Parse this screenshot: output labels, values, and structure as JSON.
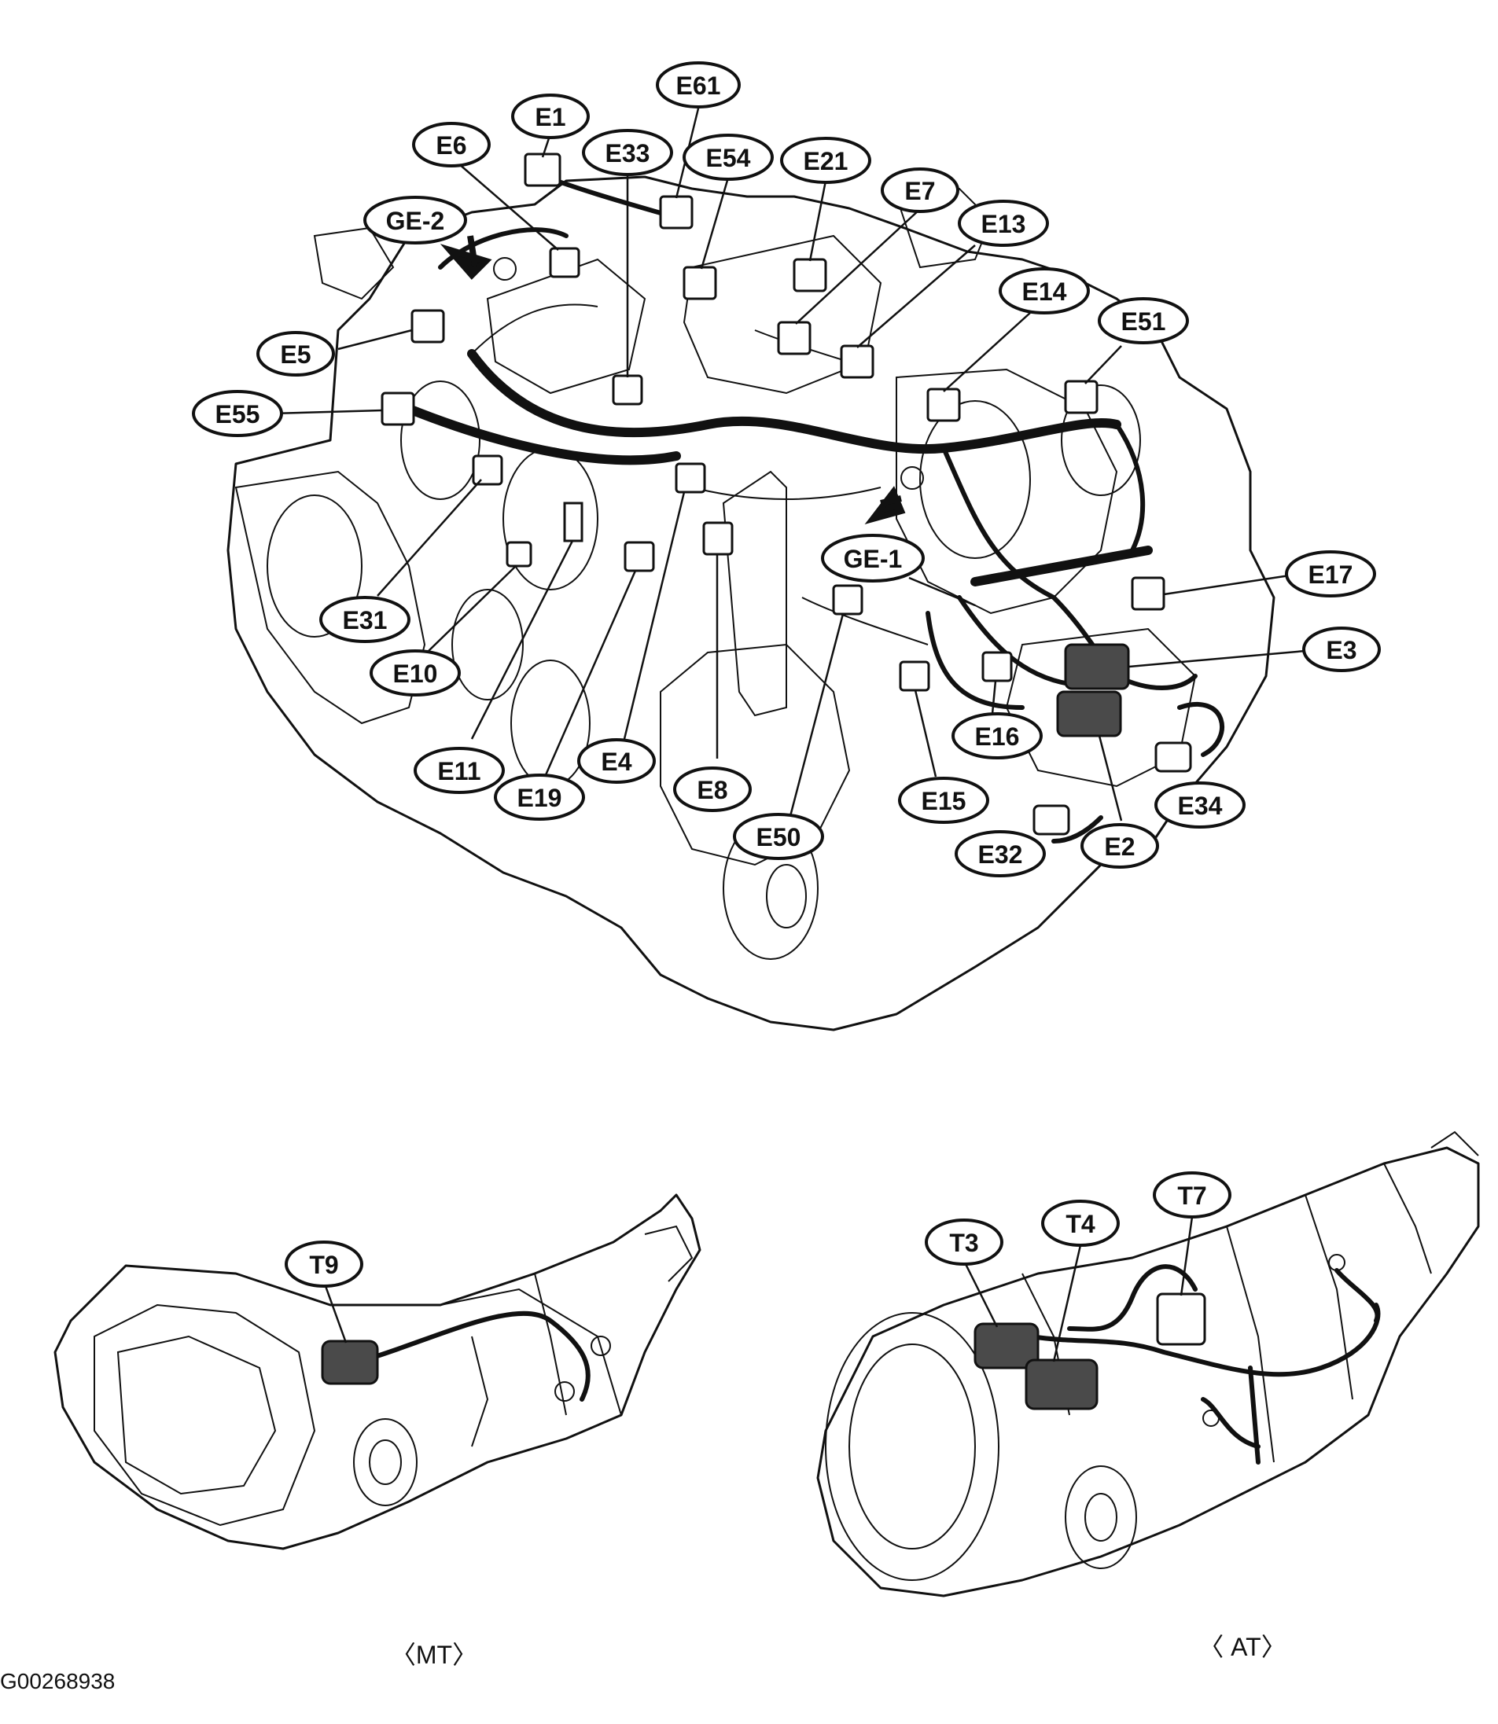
{
  "engine_callouts": [
    {
      "id": "E1",
      "label": "E1"
    },
    {
      "id": "E61",
      "label": "E61"
    },
    {
      "id": "E6",
      "label": "E6"
    },
    {
      "id": "E33",
      "label": "E33"
    },
    {
      "id": "E54",
      "label": "E54"
    },
    {
      "id": "E21",
      "label": "E21"
    },
    {
      "id": "E7",
      "label": "E7"
    },
    {
      "id": "GE-2",
      "label": "GE-2"
    },
    {
      "id": "E13",
      "label": "E13"
    },
    {
      "id": "E14",
      "label": "E14"
    },
    {
      "id": "E51",
      "label": "E51"
    },
    {
      "id": "E5",
      "label": "E5"
    },
    {
      "id": "E55",
      "label": "E55"
    },
    {
      "id": "GE-1",
      "label": "GE-1"
    },
    {
      "id": "E17",
      "label": "E17"
    },
    {
      "id": "E3",
      "label": "E3"
    },
    {
      "id": "E31",
      "label": "E31"
    },
    {
      "id": "E10",
      "label": "E10"
    },
    {
      "id": "E16",
      "label": "E16"
    },
    {
      "id": "E11",
      "label": "E11"
    },
    {
      "id": "E19",
      "label": "E19"
    },
    {
      "id": "E4",
      "label": "E4"
    },
    {
      "id": "E8",
      "label": "E8"
    },
    {
      "id": "E15",
      "label": "E15"
    },
    {
      "id": "E34",
      "label": "E34"
    },
    {
      "id": "E50",
      "label": "E50"
    },
    {
      "id": "E32",
      "label": "E32"
    },
    {
      "id": "E2",
      "label": "E2"
    }
  ],
  "mt_callouts": [
    {
      "id": "T9",
      "label": "T9"
    }
  ],
  "at_callouts": [
    {
      "id": "T3",
      "label": "T3"
    },
    {
      "id": "T4",
      "label": "T4"
    },
    {
      "id": "T7",
      "label": "T7"
    }
  ],
  "captions": {
    "mt": "〈MT〉",
    "at": "〈 AT〉"
  },
  "figure_id": "G00268938"
}
